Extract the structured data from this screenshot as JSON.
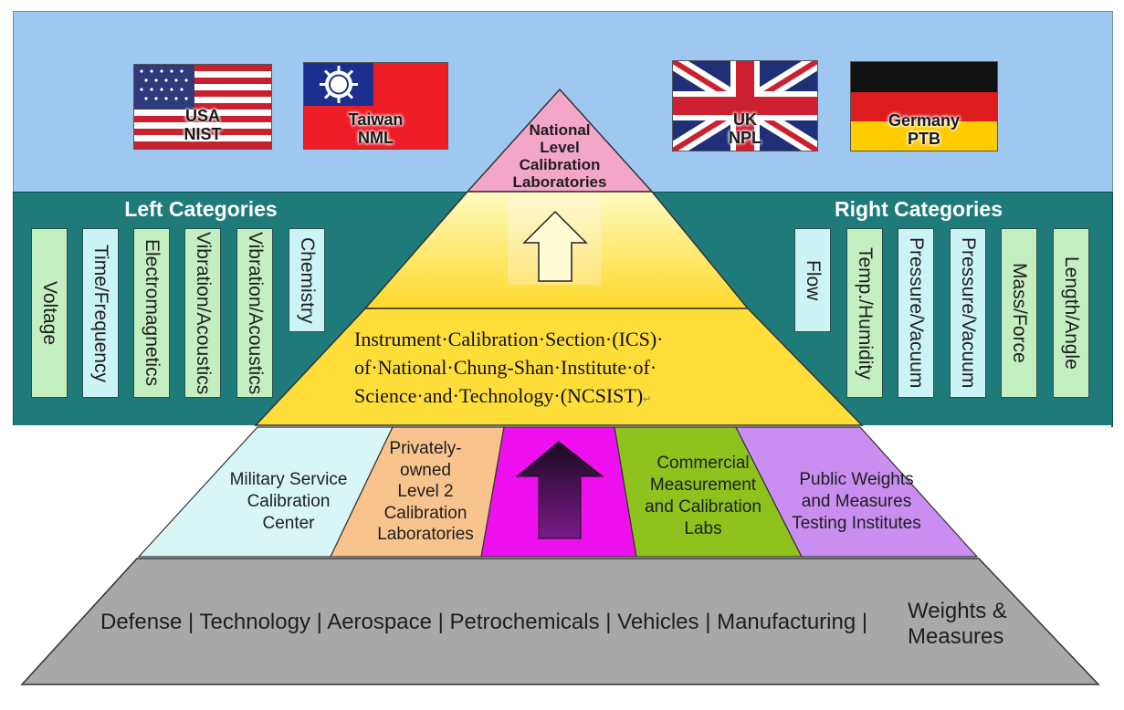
{
  "flags": {
    "usa": {
      "line1": "USA",
      "line2": "NIST"
    },
    "taiwan": {
      "line1": "Taiwan",
      "line2": "NML"
    },
    "uk": {
      "line1": "UK",
      "line2": "NPL"
    },
    "germany": {
      "line1": "Germany",
      "line2": "PTB"
    }
  },
  "left_categories": {
    "title": "Left Categories",
    "items": [
      "Voltage",
      "Time/Frequency",
      "Electromagnetics",
      "Vibration/Acoustics",
      "Vibration/Acoustics",
      "Chemistry"
    ]
  },
  "right_categories": {
    "title": "Right Categories",
    "items": [
      "Flow",
      "Temp./Humidity",
      "Pressure/Vacuum",
      "Pressure/Vacuum",
      "Mass/Force",
      "Length/Angle"
    ]
  },
  "pyramid": {
    "apex": [
      "National",
      "Level",
      "Calibration",
      "Laboratories"
    ],
    "ics": [
      "Instrument·Calibration·Section·(ICS)·",
      "of·National·Chung-Shan·Institute·of·",
      "Science·and·Technology·(NCSIST)"
    ],
    "ics_mark": "↵",
    "level2": {
      "military": [
        "Military Service",
        "Calibration",
        "Center"
      ],
      "private": [
        "Privately-",
        "owned",
        "Level 2",
        "Calibration",
        "Laboratories"
      ],
      "commercial": [
        "Commercial",
        "Measurement",
        "and Calibration",
        "Labs"
      ],
      "public": [
        "Public Weights",
        "and Measures",
        "Testing Institutes"
      ]
    },
    "base": {
      "industries": "Defense | Technology | Aerospace | Petrochemicals | Vehicles | Manufacturing |",
      "last_line1": "Weights &",
      "last_line2": "Measures"
    }
  },
  "colors": {
    "sky": "#9ec8f0",
    "teal": "#1f7a7a",
    "apex": "#f4a6c8",
    "yellow": "#ffe14a",
    "cyan_tier": "#d8f6f6",
    "orange_tier": "#f9c38e",
    "magenta_tier": "#ee10ee",
    "green_tier": "#8ec21c",
    "purple_tier": "#c98ef0",
    "base": "#a8a8a8"
  }
}
